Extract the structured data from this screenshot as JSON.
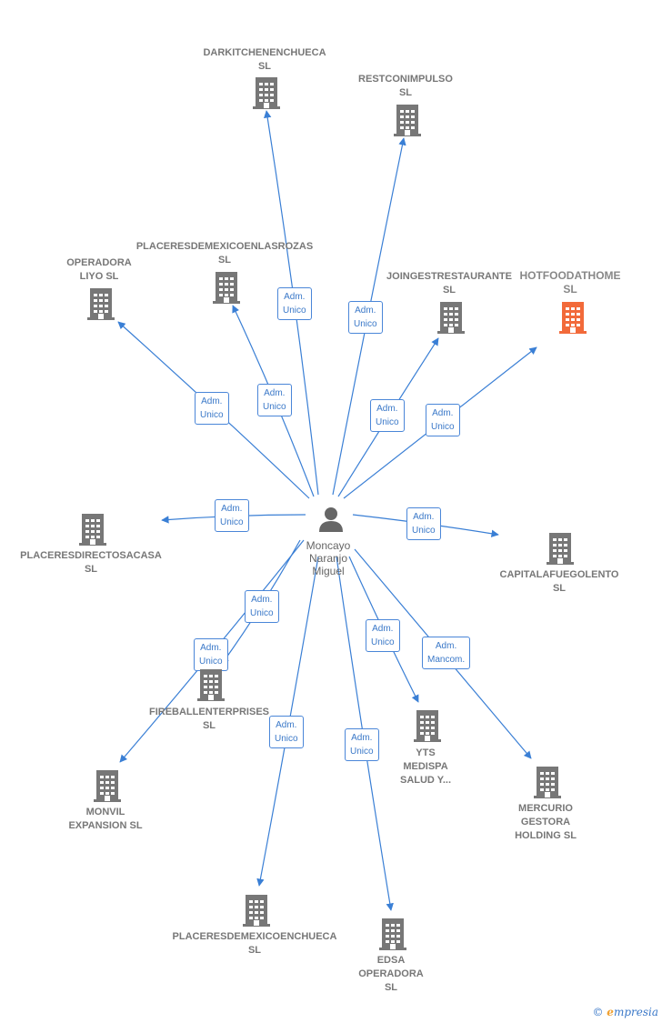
{
  "person": {
    "name_lines": [
      "Moncayo",
      "Naranjo",
      "Miguel"
    ]
  },
  "companies": [
    {
      "id": "darkitchen",
      "label_lines": [
        "DARKITCHENENCHUECA",
        "SL"
      ],
      "highlight": false
    },
    {
      "id": "restconimpulso",
      "label_lines": [
        "RESTCONIMPULSO",
        "SL"
      ],
      "highlight": false
    },
    {
      "id": "placeresrozas",
      "label_lines": [
        "PLACERESDEMEXICOENLASROZAS",
        "SL"
      ],
      "highlight": false
    },
    {
      "id": "operadora-liyo",
      "label_lines": [
        "OPERADORA",
        "LIYO  SL"
      ],
      "highlight": false
    },
    {
      "id": "joingest",
      "label_lines": [
        "JOINGESTRESTAURANTE",
        "SL"
      ],
      "highlight": false
    },
    {
      "id": "hotfood",
      "label_lines": [
        "HOTFOODATHOME",
        "SL"
      ],
      "highlight": true
    },
    {
      "id": "placeresdirectos",
      "label_lines": [
        "PLACERESDIRECTOSACASA",
        "SL"
      ],
      "highlight": false
    },
    {
      "id": "capitalafuego",
      "label_lines": [
        "CAPITALAFUEGOLENTO",
        "SL"
      ],
      "highlight": false
    },
    {
      "id": "fireball",
      "label_lines": [
        "FIREBALLENTERPRISES",
        "SL"
      ],
      "highlight": false
    },
    {
      "id": "monvil",
      "label_lines": [
        "MONVIL",
        "EXPANSION  SL"
      ],
      "highlight": false
    },
    {
      "id": "yts",
      "label_lines": [
        "YTS",
        "MEDISPA",
        "SALUD Y..."
      ],
      "highlight": false
    },
    {
      "id": "mercurio",
      "label_lines": [
        "MERCURIO",
        "GESTORA",
        "HOLDING  SL"
      ],
      "highlight": false
    },
    {
      "id": "placereschueca",
      "label_lines": [
        "PLACERESDEMEXICOENCHUECA",
        "SL"
      ],
      "highlight": false
    },
    {
      "id": "edsa",
      "label_lines": [
        "EDSA",
        "OPERADORA",
        "SL"
      ],
      "highlight": false
    }
  ],
  "edges": [
    {
      "to": "darkitchen",
      "role_lines": [
        "Adm.",
        "Unico"
      ]
    },
    {
      "to": "restconimpulso",
      "role_lines": [
        "Adm.",
        "Unico"
      ]
    },
    {
      "to": "operadora-liyo",
      "role_lines": [
        "Adm.",
        "Unico"
      ]
    },
    {
      "to": "placeresrozas",
      "role_lines": [
        "Adm.",
        "Unico"
      ]
    },
    {
      "to": "joingest",
      "role_lines": [
        "Adm.",
        "Unico"
      ]
    },
    {
      "to": "hotfood",
      "role_lines": [
        "Adm.",
        "Unico"
      ]
    },
    {
      "to": "placeresdirectos",
      "role_lines": [
        "Adm.",
        "Unico"
      ]
    },
    {
      "to": "capitalafuego",
      "role_lines": [
        "Adm.",
        "Unico"
      ]
    },
    {
      "to": "fireball",
      "role_lines": [
        "Adm.",
        "Unico"
      ]
    },
    {
      "to": "monvil",
      "role_lines": [
        "Adm.",
        "Unico"
      ]
    },
    {
      "to": "yts",
      "role_lines": [
        "Adm.",
        "Unico"
      ]
    },
    {
      "to": "mercurio",
      "role_lines": [
        "Adm.",
        "Mancom."
      ]
    },
    {
      "to": "placereschueca",
      "role_lines": [
        "Adm.",
        "Unico"
      ]
    },
    {
      "to": "edsa",
      "role_lines": [
        "Adm.",
        "Unico"
      ]
    }
  ],
  "colors": {
    "edge": "#3a7fd5",
    "building": "#777777",
    "building_highlight": "#f26a3a",
    "person": "#666666"
  },
  "footer": {
    "copyright": "©",
    "brand_initial": "e",
    "brand_rest": "mpresia"
  }
}
